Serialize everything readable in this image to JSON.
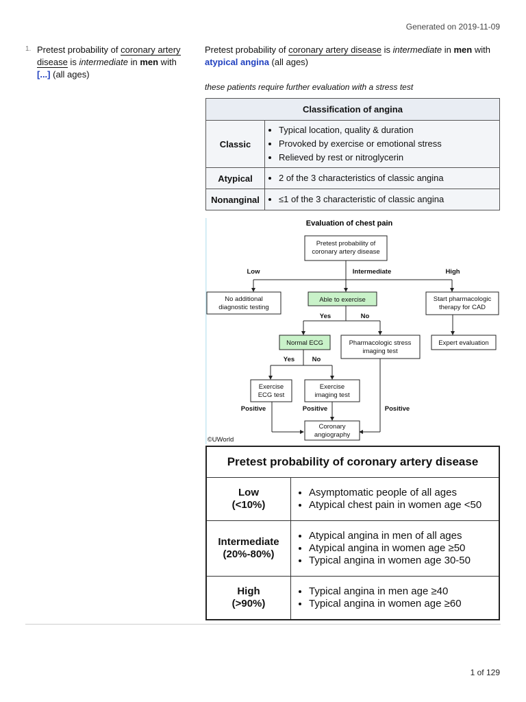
{
  "header": {
    "generated": "Generated on 2019-11-09"
  },
  "card": {
    "number": "1.",
    "q_pre": "Pretest probability of ",
    "q_term": "coronary artery disease",
    "q_is": " is ",
    "q_intermediate": "intermediate",
    "q_in": " in ",
    "q_men": "men",
    "q_with": " with ",
    "q_cloze": "[...]",
    "q_post": " (all ages)",
    "a_pre": "Pretest probability of ",
    "a_term": "coronary artery disease",
    "a_is": " is ",
    "a_intermediate": "intermediate",
    "a_in": " in ",
    "a_men": "men",
    "a_with": " with",
    "a_answer": "atypical angina",
    "a_post": " (all ages)",
    "extra": "these patients require further evaluation with a stress test"
  },
  "angina_table": {
    "title": "Classification of angina",
    "rows": [
      {
        "label": "Classic",
        "items": [
          "Typical location, quality & duration",
          "Provoked by exercise or emotional stress",
          "Relieved by rest or nitroglycerin"
        ]
      },
      {
        "label": "Atypical",
        "items": [
          "2 of the 3 characteristics of classic angina"
        ]
      },
      {
        "label": "Nonanginal",
        "items": [
          "≤1 of the 3 characteristic of classic angina"
        ]
      }
    ]
  },
  "flowchart": {
    "title": "Evaluation of chest pain",
    "pretest_l1": "Pretest probability of",
    "pretest_l2": "coronary artery disease",
    "low": "Low",
    "intermediate": "Intermediate",
    "high": "High",
    "no_testing_l1": "No additional",
    "no_testing_l2": "diagnostic testing",
    "able_exercise": "Able to exercise",
    "start_pharm_l1": "Start pharmacologic",
    "start_pharm_l2": "therapy for CAD",
    "yes1": "Yes",
    "no1": "No",
    "normal_ecg": "Normal ECG",
    "pharm_stress_l1": "Pharmacologic stress",
    "pharm_stress_l2": "imaging test",
    "expert": "Expert evaluation",
    "yes2": "Yes",
    "no2": "No",
    "ex_ecg_l1": "Exercise",
    "ex_ecg_l2": "ECG test",
    "ex_img_l1": "Exercise",
    "ex_img_l2": "imaging test",
    "positive1": "Positive",
    "positive2": "Positive",
    "positive3": "Positive",
    "cor_l1": "Coronary",
    "cor_l2": "angiography",
    "credit": "©UWorld",
    "accent_green": "#c9f2c9"
  },
  "pretest_table": {
    "title": "Pretest probability of coronary artery disease",
    "rows": [
      {
        "label1": "Low",
        "label2": "(<10%)",
        "items": [
          "Asymptomatic people of all ages",
          "Atypical chest pain in women age <50"
        ]
      },
      {
        "label1": "Intermediate",
        "label2": "(20%-80%)",
        "items": [
          "Atypical angina in men of all ages",
          "Atypical angina in women age ≥50",
          "Typical angina in women age 30-50"
        ]
      },
      {
        "label1": "High",
        "label2": "(>90%)",
        "items": [
          "Typical angina in men age ≥40",
          "Typical angina in women age ≥60"
        ]
      }
    ]
  },
  "footer": {
    "page": "1 of 129"
  }
}
